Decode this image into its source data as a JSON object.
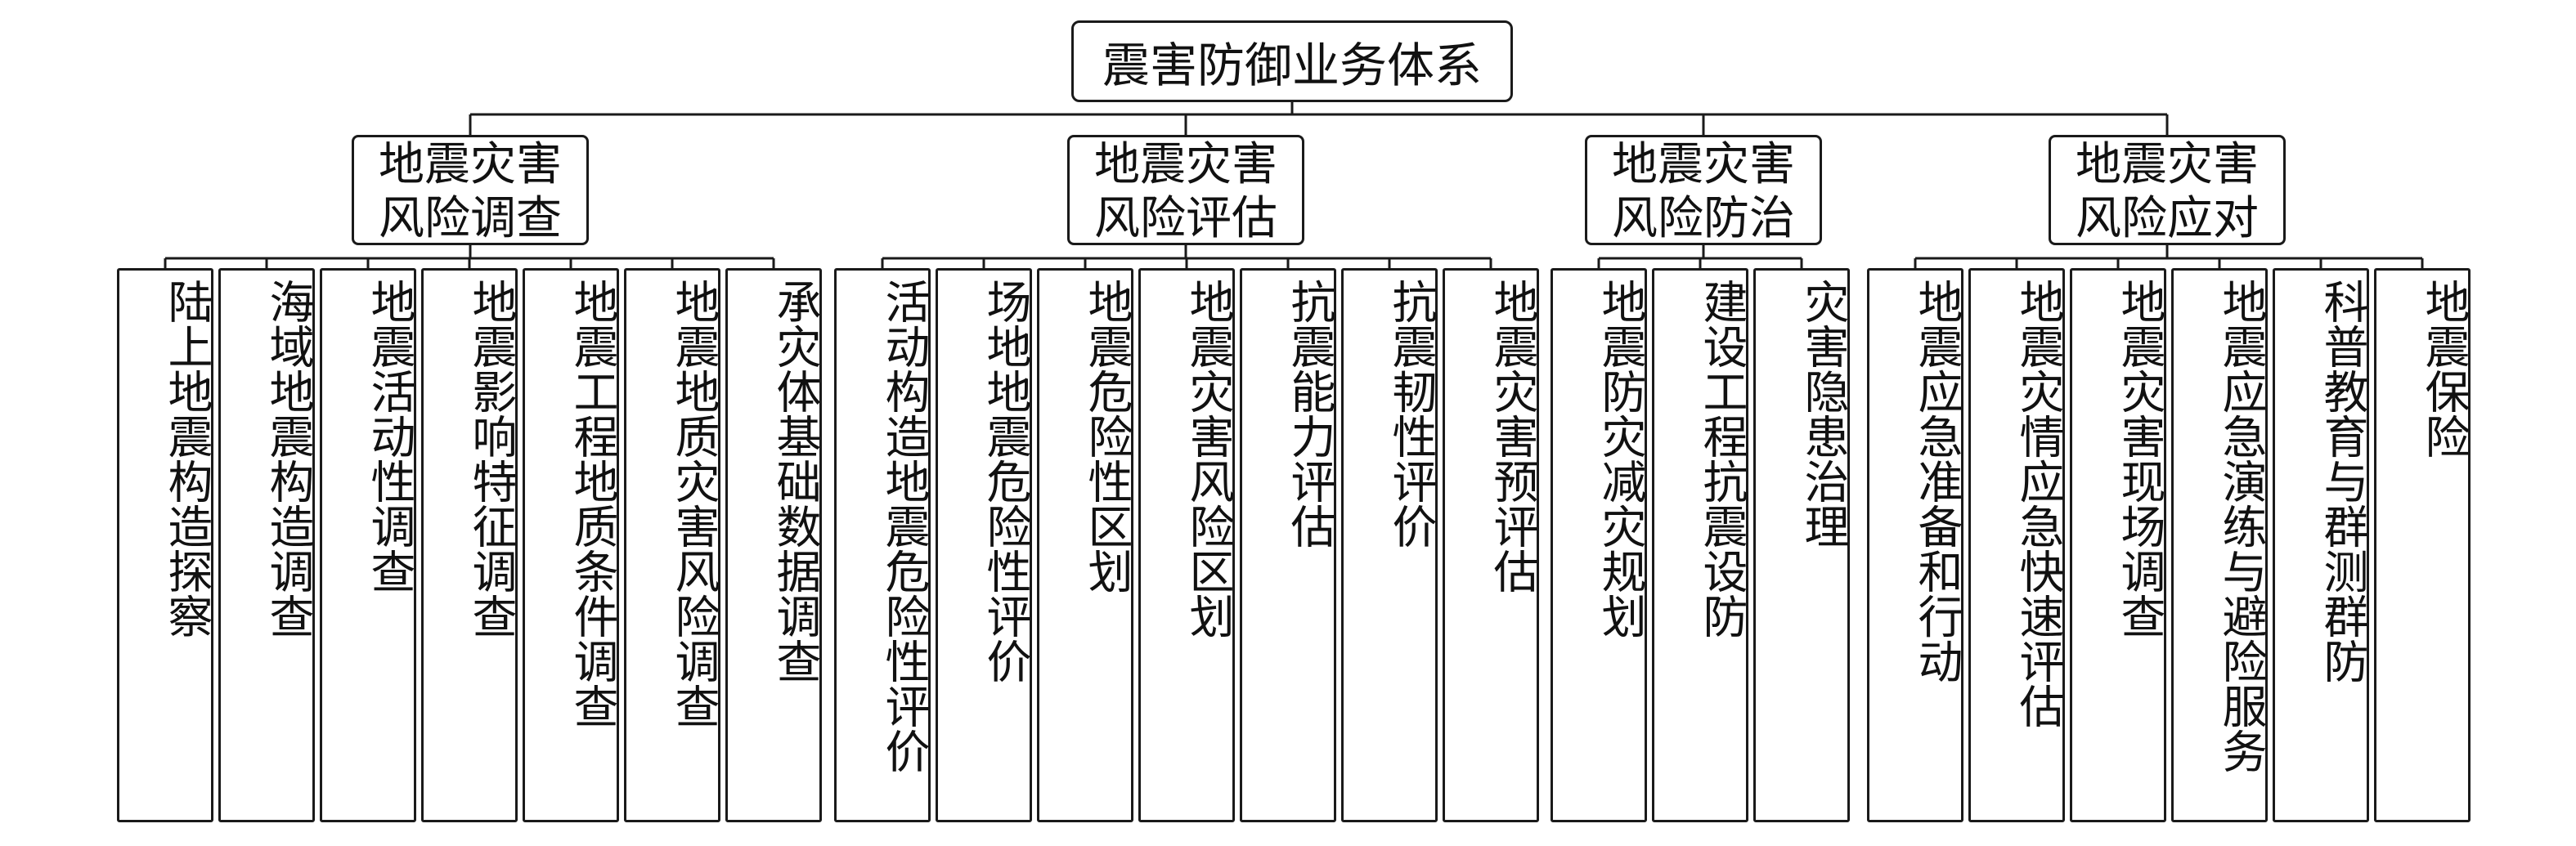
{
  "diagram": {
    "root": {
      "label": "震害防御业务体系"
    },
    "categories": [
      {
        "label": "地震灾害\n风险调查",
        "children": [
          "陆上地震构造探察",
          "海域地震构造调查",
          "地震活动性调查",
          "地震影响特征调查",
          "地震工程地质条件调查",
          "地震地质灾害风险调查",
          "承灾体基础数据调查"
        ]
      },
      {
        "label": "地震灾害\n风险评估",
        "children": [
          "活动构造地震危险性评价",
          "场地地震危险性评价",
          "地震危险性区划",
          "地震灾害风险区划",
          "抗震能力评估",
          "抗震韧性评价",
          "地震灾害预评估"
        ]
      },
      {
        "label": "地震灾害\n风险防治",
        "children": [
          "地震防灾减灾规划",
          "建设工程抗震设防",
          "灾害隐患治理"
        ]
      },
      {
        "label": "地震灾害\n风险应对",
        "children": [
          "地震应急准备和行动",
          "地震灾情应急快速评估",
          "地震灾害现场调查",
          "地震应急演练与避险服务",
          "科普教育与群测群防",
          "地震保险"
        ]
      }
    ]
  }
}
